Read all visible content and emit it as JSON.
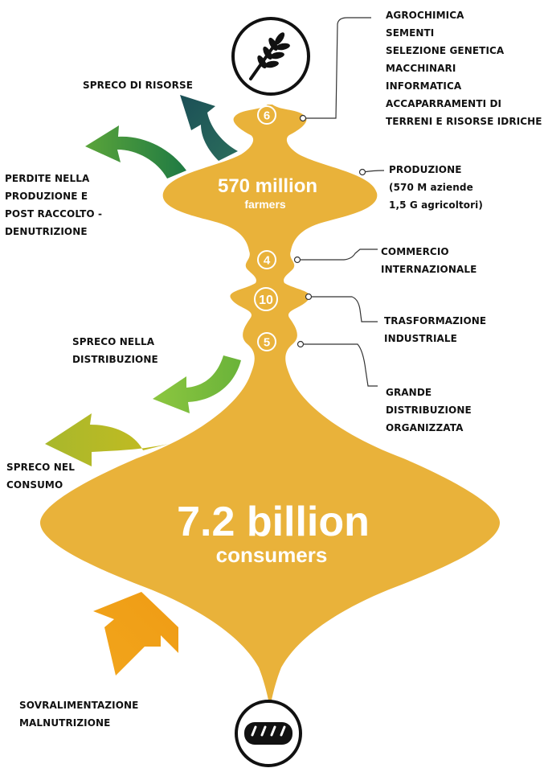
{
  "top_icon": "wheat-icon",
  "bottom_icon": "bread-icon",
  "producers": {
    "value": "570 million",
    "unit": "farmers"
  },
  "consumers": {
    "value": "7.2 billion",
    "unit": "consumers"
  },
  "stage_counts": [
    "6",
    "4",
    "10",
    "5"
  ],
  "right_labels": {
    "inputs": "AGROCHIMICA\nSEMENTI\nSELEZIONE GENETICA\nMACCHINARI\nINFORMATICA\nACCAPARRAMENTI DI\nTERRENI E RISORSE IDRICHE",
    "production": "PRODUZIONE\n(570 M aziende\n 1,5 G agricoltori)",
    "trade": "COMMERCIO\nINTERNAZIONALE",
    "processing": "TRASFORMAZIONE\nINDUSTRIALE",
    "retail": "GRANDE\nDISTRIBUZIONE\nORGANIZZATA"
  },
  "left_labels": {
    "resource_waste": "SPRECO DI RISORSE",
    "production_loss": "PERDITE NELLA\nPRODUZIONE E\nPOST RACCOLTO -\nDENUTRIZIONE",
    "distribution_waste": "SPRECO NELLA\nDISTRIBUZIONE",
    "consumption_waste": "SPRECO NEL\nCONSUMO",
    "overnutrition": "SOVRALIMENTAZIONE\nMALNUTRIZIONE"
  },
  "colors": {
    "dark_green": "#1e6b45",
    "mid_green": "#2e8b57",
    "light_green": "#8cc63f",
    "yellow_green": "#b5c234",
    "gold": "#e0b33a",
    "orange": "#f0a11c",
    "teal_arrow": "#1f5f5a"
  }
}
